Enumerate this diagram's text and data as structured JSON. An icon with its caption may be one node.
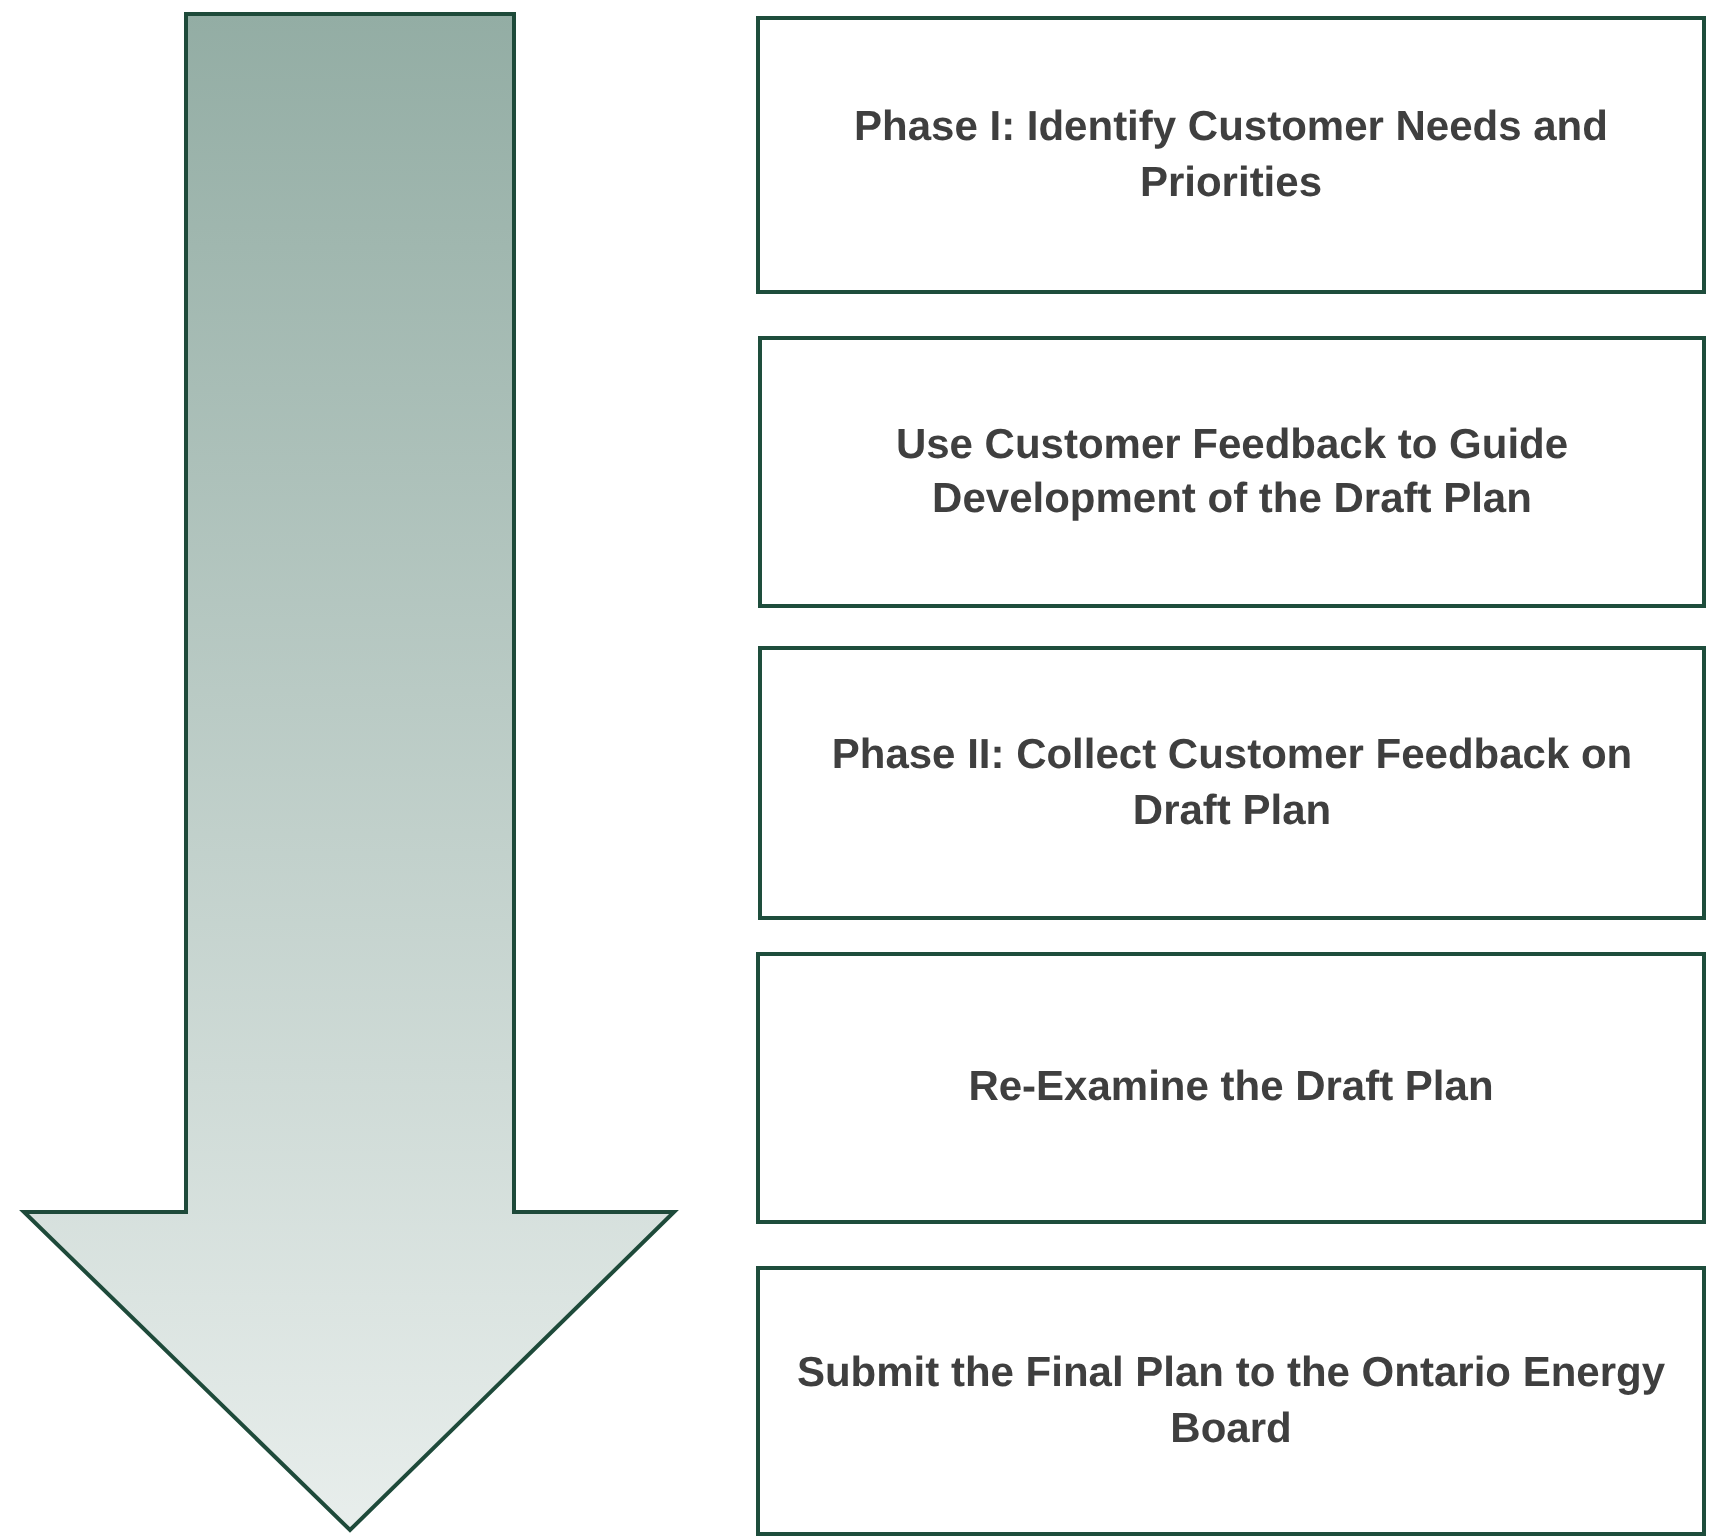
{
  "diagram": {
    "nodes": [
      {
        "text": [
          "Phase I: Identify Customer Needs and Priorities"
        ]
      },
      {
        "text": [
          "Use Customer Feedback to Guide Development of the Draft Plan"
        ]
      },
      {
        "text": [
          "Phase II: Collect Customer Feedback on Draft Plan"
        ]
      },
      {
        "text": [
          "Re-Examine the Draft Plan"
        ]
      },
      {
        "text": [
          "Submit the Final Plan to the Ontario Energy Board"
        ]
      }
    ]
  }
}
